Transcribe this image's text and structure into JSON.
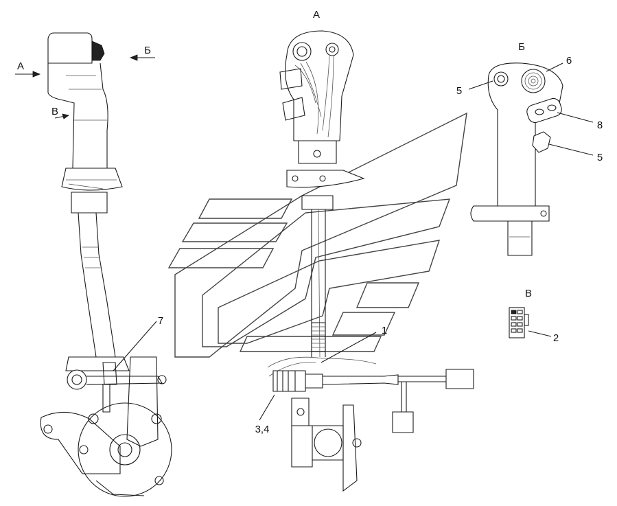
{
  "views": {
    "a": "А",
    "b": "Б",
    "v": "В"
  },
  "arrows": {
    "a": "А",
    "b": "Б",
    "v": "В"
  },
  "callouts": {
    "c1": "1",
    "c2": "2",
    "c34": "3,4",
    "c5_top": "5",
    "c5_bottom": "5",
    "c6": "6",
    "c7": "7",
    "c8": "8"
  }
}
